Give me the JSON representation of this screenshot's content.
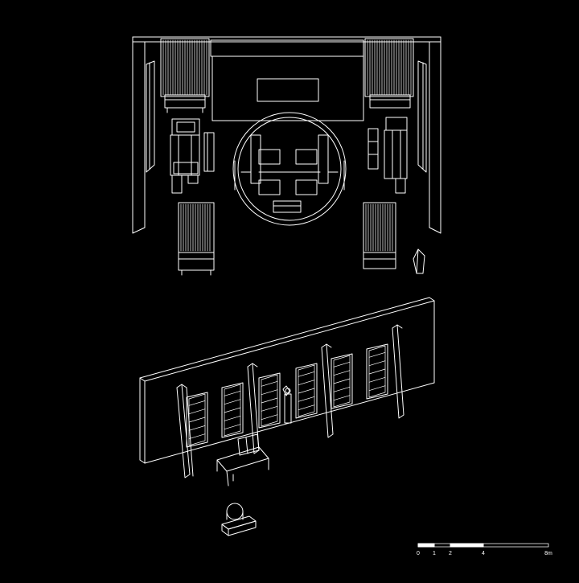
{
  "drawing": {
    "background_color": "#000000",
    "line_color": "#ffffff"
  },
  "scale_bar": {
    "labels": [
      "0",
      "1",
      "2",
      "4",
      "8m"
    ]
  }
}
